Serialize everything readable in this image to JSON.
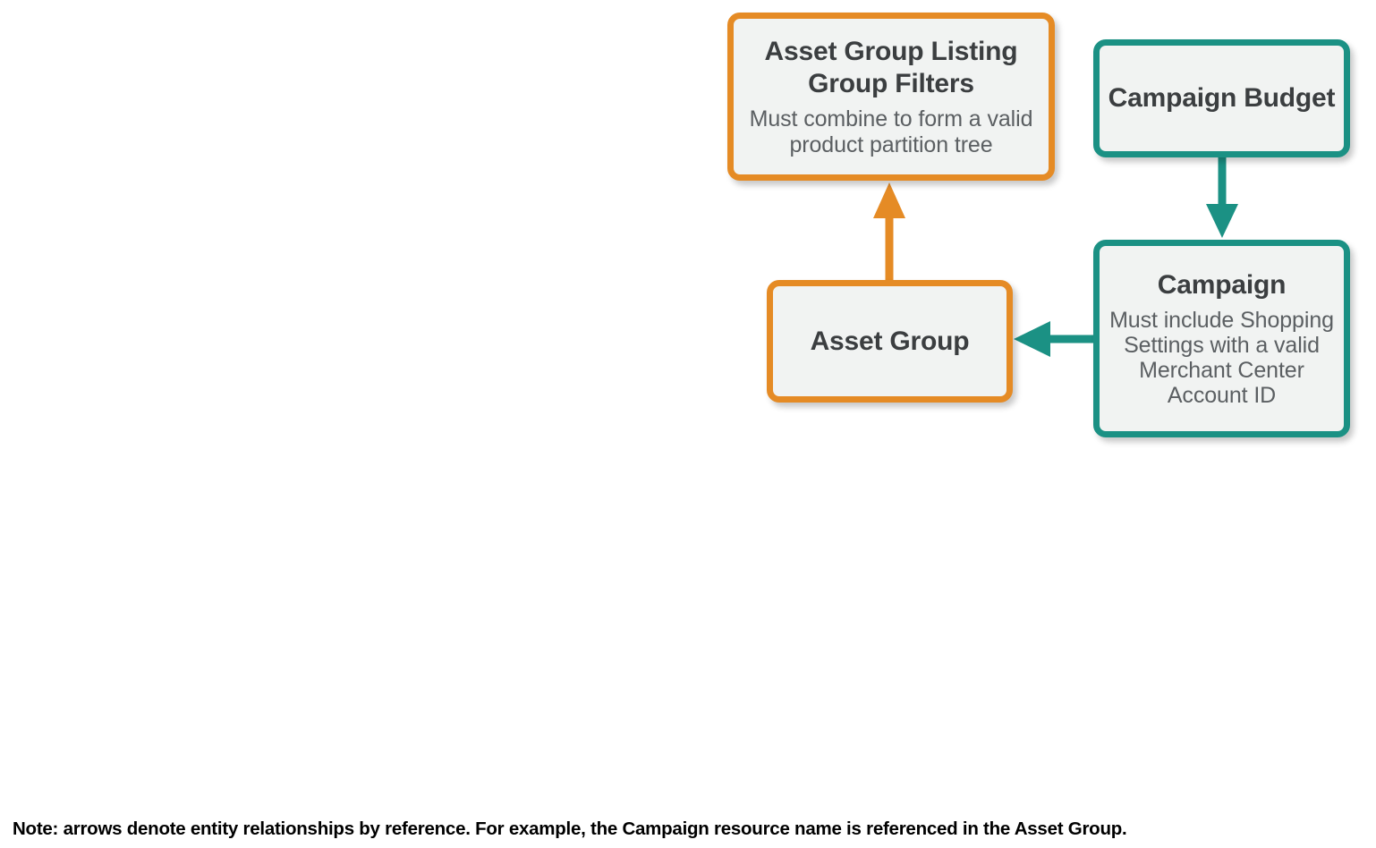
{
  "diagram": {
    "palette": {
      "orange": "#E58B25",
      "teal": "#1B9184",
      "node_fill": "#F1F3F2",
      "title_text": "#3B3E40",
      "sub_text": "#5B5F62",
      "note_text": "#000000",
      "background": "#FFFFFF"
    },
    "nodes": [
      {
        "id": "asset-group-listing-group-filters",
        "title": "Asset Group Listing Group Filters",
        "subtitle": "Must combine to form a valid product partition tree",
        "color": "orange"
      },
      {
        "id": "asset-group",
        "title": "Asset Group",
        "subtitle": "",
        "color": "orange"
      },
      {
        "id": "campaign-budget",
        "title": "Campaign Budget",
        "subtitle": "",
        "color": "teal"
      },
      {
        "id": "campaign",
        "title": "Campaign",
        "subtitle": "Must include Shopping Settings with a valid Merchant Center Account ID",
        "color": "teal"
      }
    ],
    "edges": [
      {
        "id": "asset-group-to-filters",
        "from": "asset-group",
        "to": "asset-group-listing-group-filters",
        "direction": "up",
        "color": "orange"
      },
      {
        "id": "budget-to-campaign",
        "from": "campaign-budget",
        "to": "campaign",
        "direction": "down",
        "color": "teal"
      },
      {
        "id": "campaign-to-asset-group",
        "from": "campaign",
        "to": "asset-group",
        "direction": "left",
        "color": "teal"
      }
    ],
    "note": "Note: arrows denote entity relationships by reference. For example, the Campaign resource name is referenced in the Asset Group."
  }
}
